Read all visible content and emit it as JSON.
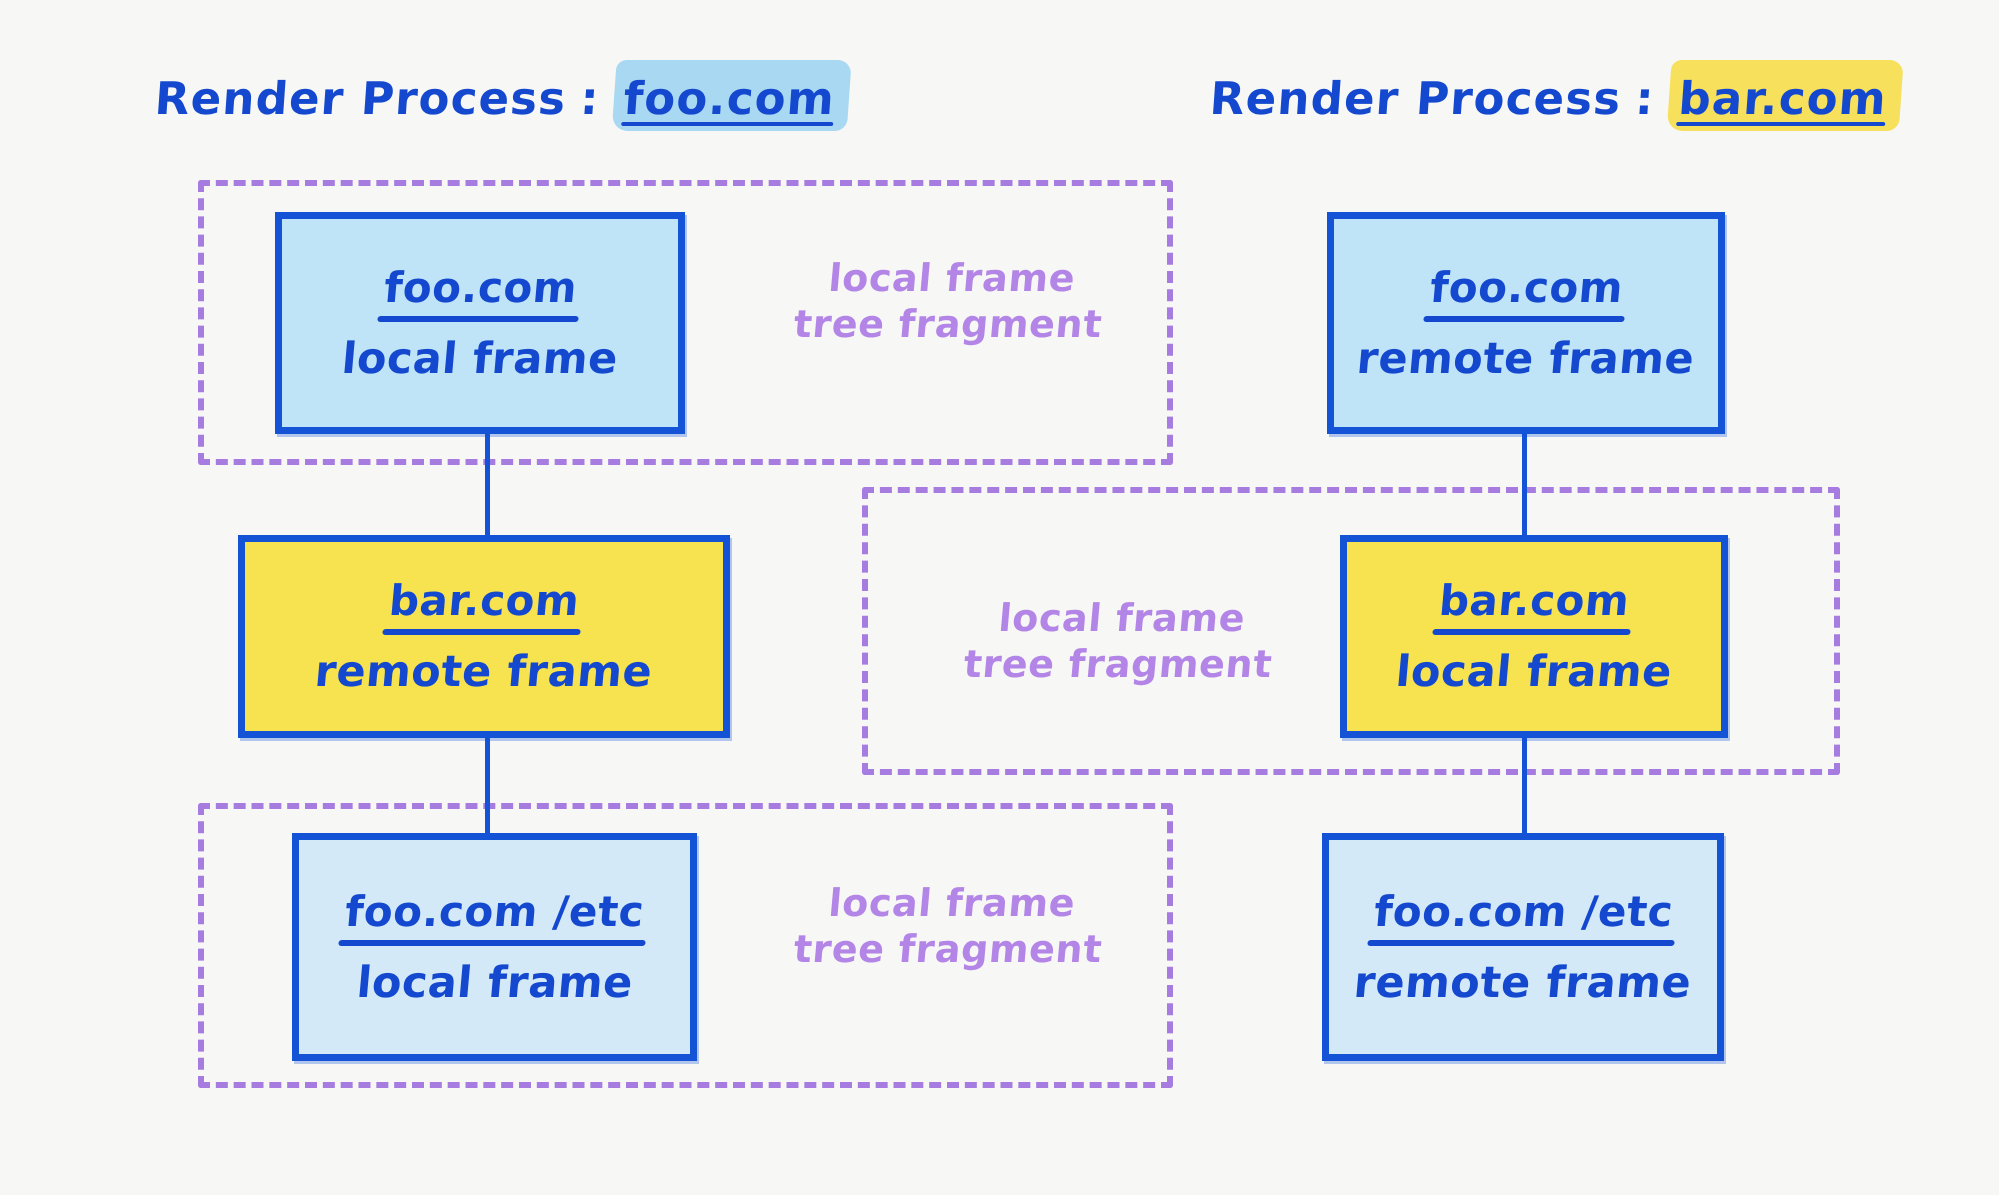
{
  "background_color": "#f7f7f5",
  "palette": {
    "ink_blue": "#1449cf",
    "border_blue": "#1452d6",
    "light_blue_fill": "#bfe3f7",
    "pale_blue_fill": "#d3e9f8",
    "yellow_fill": "#f7e24f",
    "highlight_blue": "#a8d8f2",
    "highlight_yellow": "#f6e05c",
    "purple_dashed": "#a77ce0",
    "purple_text": "#b285e6"
  },
  "columns": [
    {
      "id": "left",
      "title_prefix": "Render Process",
      "title_separator": ":",
      "title_origin": "foo.com",
      "title_highlight": "blue",
      "frames": [
        {
          "url": "foo.com",
          "kind": "local frame",
          "fill": "blue"
        },
        {
          "url": "bar.com",
          "kind": "remote frame",
          "fill": "yellow"
        },
        {
          "url": "foo.com /etc",
          "kind": "local frame",
          "fill": "blue2"
        }
      ],
      "fragments": [
        {
          "label": "local frame\ntree fragment"
        },
        {
          "label": "local frame\ntree fragment"
        }
      ]
    },
    {
      "id": "right",
      "title_prefix": "Render Process",
      "title_separator": ":",
      "title_origin": "bar.com",
      "title_highlight": "yellow",
      "frames": [
        {
          "url": "foo.com",
          "kind": "remote frame",
          "fill": "blue"
        },
        {
          "url": "bar.com",
          "kind": "local frame",
          "fill": "yellow"
        },
        {
          "url": "foo.com /etc",
          "kind": "remote frame",
          "fill": "blue2"
        }
      ],
      "fragments": [
        {
          "label": "local frame\ntree fragment"
        }
      ]
    }
  ]
}
